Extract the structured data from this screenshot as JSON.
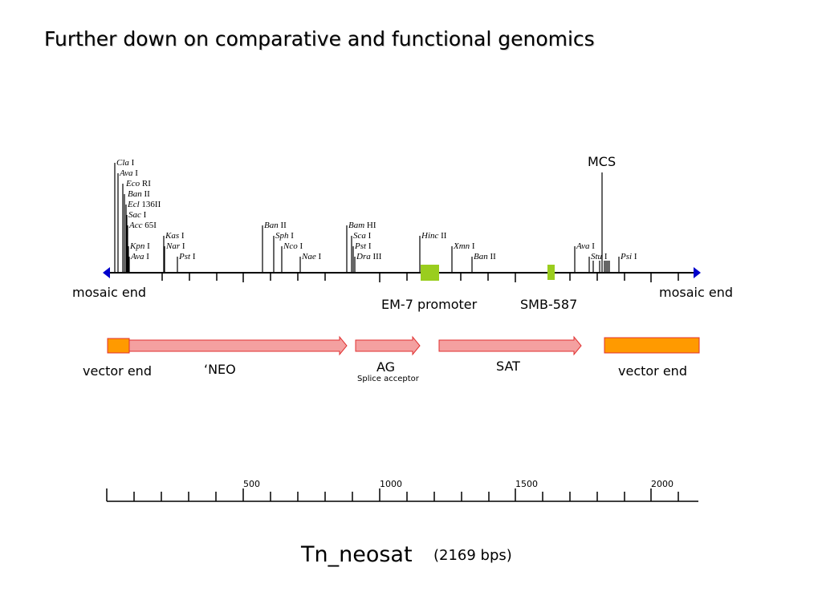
{
  "title": "Further down on comparative and functional genomics",
  "map": {
    "mcs_label": "MCS",
    "mosaic_left": "mosaic end",
    "mosaic_right": "mosaic end",
    "promoter_label": "EM-7 promoter",
    "smb_label": "SMB-587",
    "sites": [
      {
        "italic": "Cla",
        "roman": " I"
      },
      {
        "italic": "Ava",
        "roman": " I"
      },
      {
        "italic": "Eco",
        "roman": " RI"
      },
      {
        "italic": "Ban",
        "roman": " II"
      },
      {
        "italic": "Ecl",
        "roman": " 136II"
      },
      {
        "italic": "Sac",
        "roman": " I"
      },
      {
        "italic": "Acc",
        "roman": " 65I"
      },
      {
        "italic": "Kpn",
        "roman": " I"
      },
      {
        "italic": "Ava",
        "roman": " I"
      },
      {
        "italic": "Kas",
        "roman": " I"
      },
      {
        "italic": "Nar",
        "roman": " I"
      },
      {
        "italic": "Pst",
        "roman": " I"
      },
      {
        "italic": "Ban",
        "roman": " II"
      },
      {
        "italic": "Sph",
        "roman": " I"
      },
      {
        "italic": "Nco",
        "roman": " I"
      },
      {
        "italic": "Nae",
        "roman": " I"
      },
      {
        "italic": "Bam",
        "roman": " HI"
      },
      {
        "italic": "Sca",
        "roman": " I"
      },
      {
        "italic": "Pst",
        "roman": " I"
      },
      {
        "italic": "Dra",
        "roman": " III"
      },
      {
        "italic": "Hinc",
        "roman": " II"
      },
      {
        "italic": "Xmn",
        "roman": " I"
      },
      {
        "italic": "Ban",
        "roman": " II"
      },
      {
        "italic": "Ava",
        "roman": " I"
      },
      {
        "italic": "Stu",
        "roman": " I"
      },
      {
        "italic": "Psi",
        "roman": " I"
      }
    ]
  },
  "features": {
    "vector_left": "vector end",
    "vector_right": "vector end",
    "neo_label": "‘NEO",
    "ag_label": "AG",
    "ag_sub": "Splice acceptor",
    "sat_label": "SAT"
  },
  "scale": {
    "ticks": [
      "500",
      "1000",
      "1500",
      "2000"
    ]
  },
  "footer": {
    "name": "Tn_neosat",
    "size": "(2169 bps)"
  },
  "colors": {
    "arrow_fill": "#f4a0a0",
    "arrow_stroke": "#e03030",
    "vector_fill": "#ff9a00",
    "green": "#9acd1e",
    "map_arrow": "#0000cc"
  }
}
